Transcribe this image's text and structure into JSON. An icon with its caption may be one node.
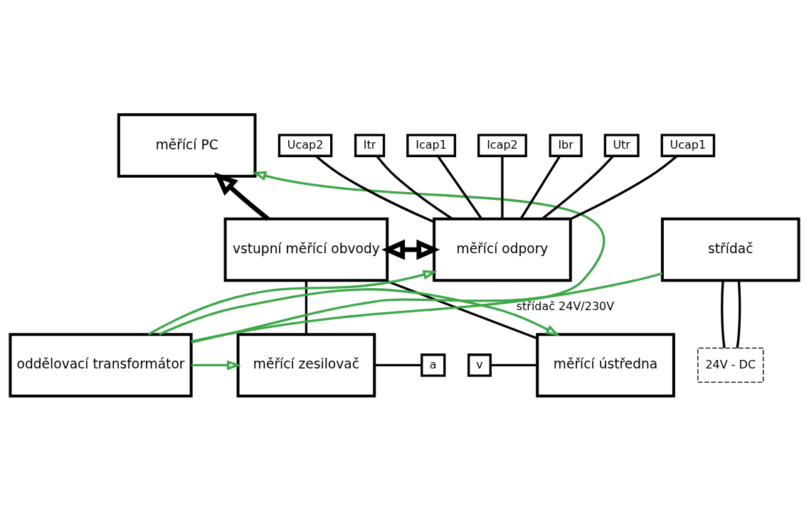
{
  "diagram": {
    "nodes": [
      {
        "text": [
          "měřící PC"
        ]
      },
      {
        "text": [
          "vstupní měřící obvody"
        ]
      },
      {
        "text": [
          "měřící odpory"
        ]
      },
      {
        "text": [
          "oddělovací transformátor"
        ]
      },
      {
        "text": [
          "měřící ústředna"
        ]
      },
      {
        "text": [
          "měřící zesilovač"
        ]
      },
      {
        "text": [
          "střídač"
        ]
      },
      {
        "text": [
          "Itr"
        ]
      },
      {
        "text": [
          "Icap1"
        ]
      },
      {
        "text": [
          "Icap2"
        ]
      },
      {
        "text": [
          "Ibr"
        ]
      },
      {
        "text": [
          "Utr"
        ]
      },
      {
        "text": [
          "Ucap1"
        ]
      },
      {
        "text": [
          "Ucap2"
        ]
      },
      {
        "text": [
          "v"
        ]
      },
      {
        "text": [
          "a"
        ]
      },
      {
        "text": [
          "24V - DC"
        ]
      }
    ],
    "edges": [
      {
        "from": 1,
        "to": 0,
        "arrow": "to",
        "style": "thick"
      },
      {
        "from": 1,
        "to": 2,
        "arrow": "both",
        "style": "thick"
      },
      {
        "from": 7,
        "to": 2,
        "arrow": "none"
      },
      {
        "from": 8,
        "to": 2,
        "arrow": "none"
      },
      {
        "from": 9,
        "to": 2,
        "arrow": "none"
      },
      {
        "from": 10,
        "to": 2,
        "arrow": "none"
      },
      {
        "from": 11,
        "to": 2,
        "arrow": "none"
      },
      {
        "from": 12,
        "to": 2,
        "arrow": "none"
      },
      {
        "from": 13,
        "to": 2,
        "arrow": "none"
      },
      {
        "from": 1,
        "to": 4,
        "arrow": "none"
      },
      {
        "from": 1,
        "to": 5,
        "arrow": "none"
      },
      {
        "from": 3,
        "to": 0,
        "arrow": "to",
        "color": "#3da84a"
      },
      {
        "from": 3,
        "to": 2,
        "arrow": "to",
        "color": "#3da84a"
      },
      {
        "from": 3,
        "to": 4,
        "arrow": "to",
        "color": "#3da84a"
      },
      {
        "from": 3,
        "to": 5,
        "arrow": "to",
        "color": "#3da84a"
      },
      {
        "from": 6,
        "to": 3,
        "arrow": "none",
        "label": "střídač 24V/230V",
        "color": "#3da84a"
      },
      {
        "from": 14,
        "to": 4,
        "arrow": "none"
      },
      {
        "from": 5,
        "to": 15,
        "arrow": "none"
      },
      {
        "from": 6,
        "to": 16,
        "arrow": "none"
      },
      {
        "from": 6,
        "to": 16,
        "arrow": "none"
      }
    ]
  }
}
